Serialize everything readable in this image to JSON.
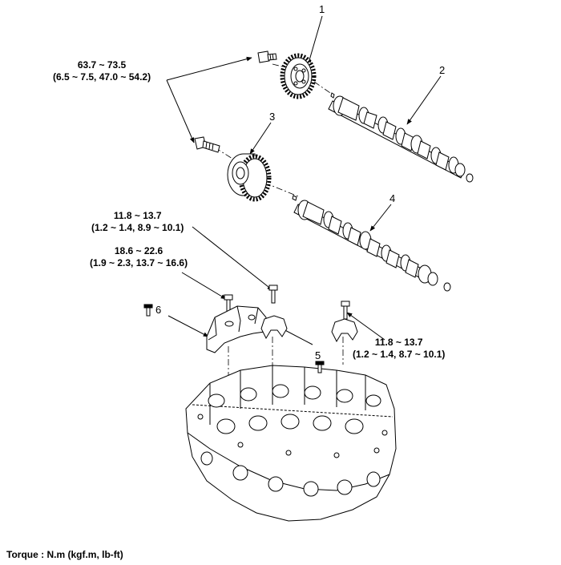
{
  "parts": {
    "p1": "1",
    "p2": "2",
    "p3": "3",
    "p4": "4",
    "p5": "5",
    "p6": "6"
  },
  "torques": {
    "sprocket_bolts": {
      "line1": "63.7 ~ 73.5",
      "line2": "(6.5 ~ 7.5, 47.0 ~ 54.2)"
    },
    "bracket_upper": {
      "line1": "11.8 ~ 13.7",
      "line2": "(1.2 ~ 1.4, 8.9 ~ 10.1)"
    },
    "bracket_lower": {
      "line1": "18.6 ~ 22.6",
      "line2": "(1.9 ~ 2.3, 13.7 ~ 16.6)"
    },
    "cap_bolt": {
      "line1": "11.8 ~ 13.7",
      "line2": "(1.2 ~ 1.4, 8.7 ~ 10.1)"
    }
  },
  "footer": {
    "torque_unit": "Torque : N.m (kgf.m, lb-ft)"
  }
}
